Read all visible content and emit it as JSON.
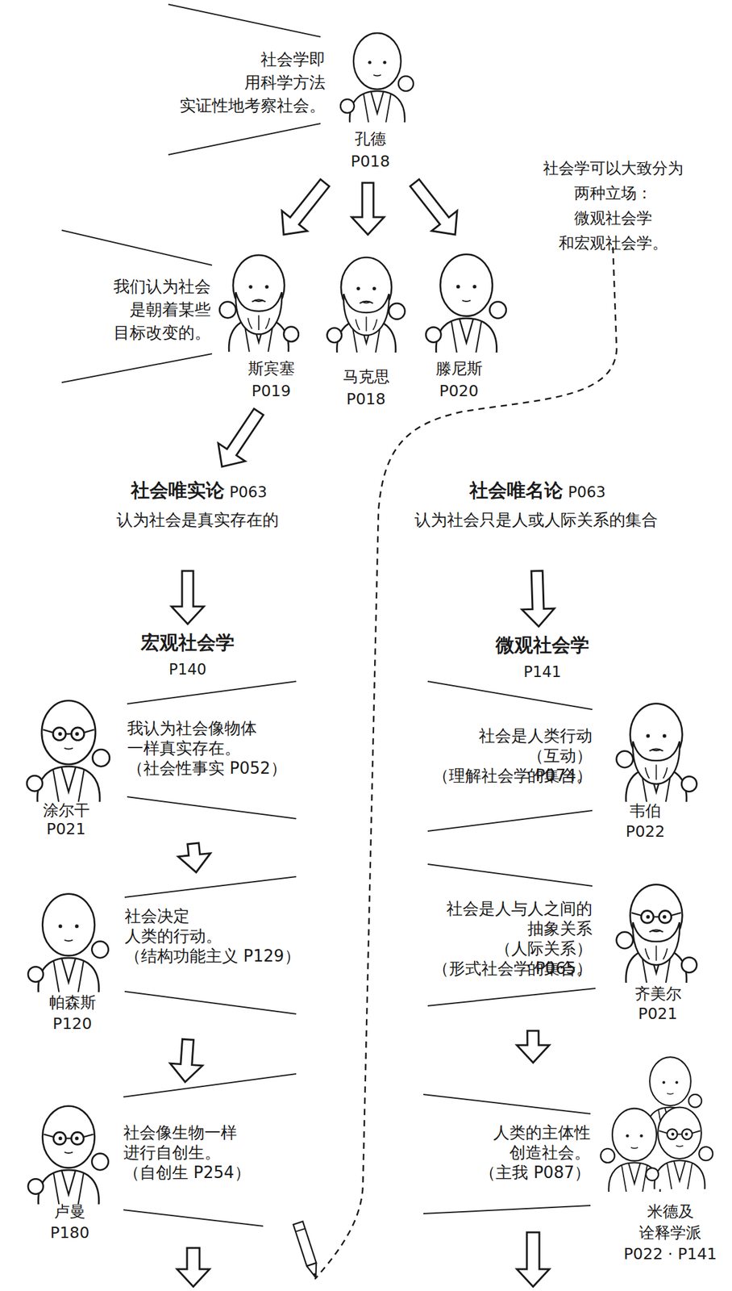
{
  "diagram": {
    "nodes": [
      {
        "text": [
          "社会学即 用科学方法 实证性地考察社会。",
          "孔德",
          "P018"
        ]
      },
      {
        "text": [
          "我们认为社会 是朝着某些 目标改变的。",
          "斯宾塞",
          "P019"
        ]
      },
      {
        "text": [
          "马克思",
          "P018"
        ]
      },
      {
        "text": [
          "滕尼斯",
          "P020"
        ]
      },
      {
        "text": [
          "社会唯实论",
          "P063",
          "认为社会是真实存在的"
        ]
      },
      {
        "text": [
          "社会唯名论",
          "P063",
          "认为社会只是人或人际关系的集合"
        ]
      },
      {
        "text": [
          "宏观社会学",
          "P140"
        ]
      },
      {
        "text": [
          "微观社会学",
          "P141"
        ]
      },
      {
        "text": [
          "我认为社会像物体 一样真实存在。",
          "（社会性事实 P052）",
          "涂尔干",
          "P021"
        ]
      },
      {
        "text": [
          "社会是人类行动 （互动）的集合。",
          "（理解社会学 P074）",
          "韦伯",
          "P022"
        ]
      },
      {
        "text": [
          "社会决定 人类的行动。",
          "（结构功能主义 P129）",
          "帕森斯",
          "P120"
        ]
      },
      {
        "text": [
          "社会是人与人之间的 抽象关系 （人际关系）的集合。",
          "（形式社会学 P065）",
          "齐美尔",
          "P021"
        ]
      },
      {
        "text": [
          "社会像生物一样 进行自创生。",
          "（自创生 P254）",
          "卢曼",
          "P180"
        ]
      },
      {
        "text": [
          "人类的主体性 创造社会。",
          "（主我 P087）",
          "米德及 诠释学派",
          "P022 · P141"
        ]
      }
    ],
    "edges": [
      {
        "from": 0,
        "to": 1,
        "arrow": "to"
      },
      {
        "from": 0,
        "to": 2,
        "arrow": "to"
      },
      {
        "from": 0,
        "to": 3,
        "arrow": "to"
      },
      {
        "from": 1,
        "to": 4,
        "arrow": "to"
      },
      {
        "from": 4,
        "to": 6,
        "arrow": "to"
      },
      {
        "from": 5,
        "to": 7,
        "arrow": "to"
      },
      {
        "from": 8,
        "to": 10,
        "arrow": "to"
      },
      {
        "from": 10,
        "to": 12,
        "arrow": "to"
      },
      {
        "from": 11,
        "to": 13,
        "arrow": "to"
      }
    ],
    "labels": [
      "社会学可以大致分为 两种立场：微观社会学 和宏观社会学。"
    ]
  }
}
